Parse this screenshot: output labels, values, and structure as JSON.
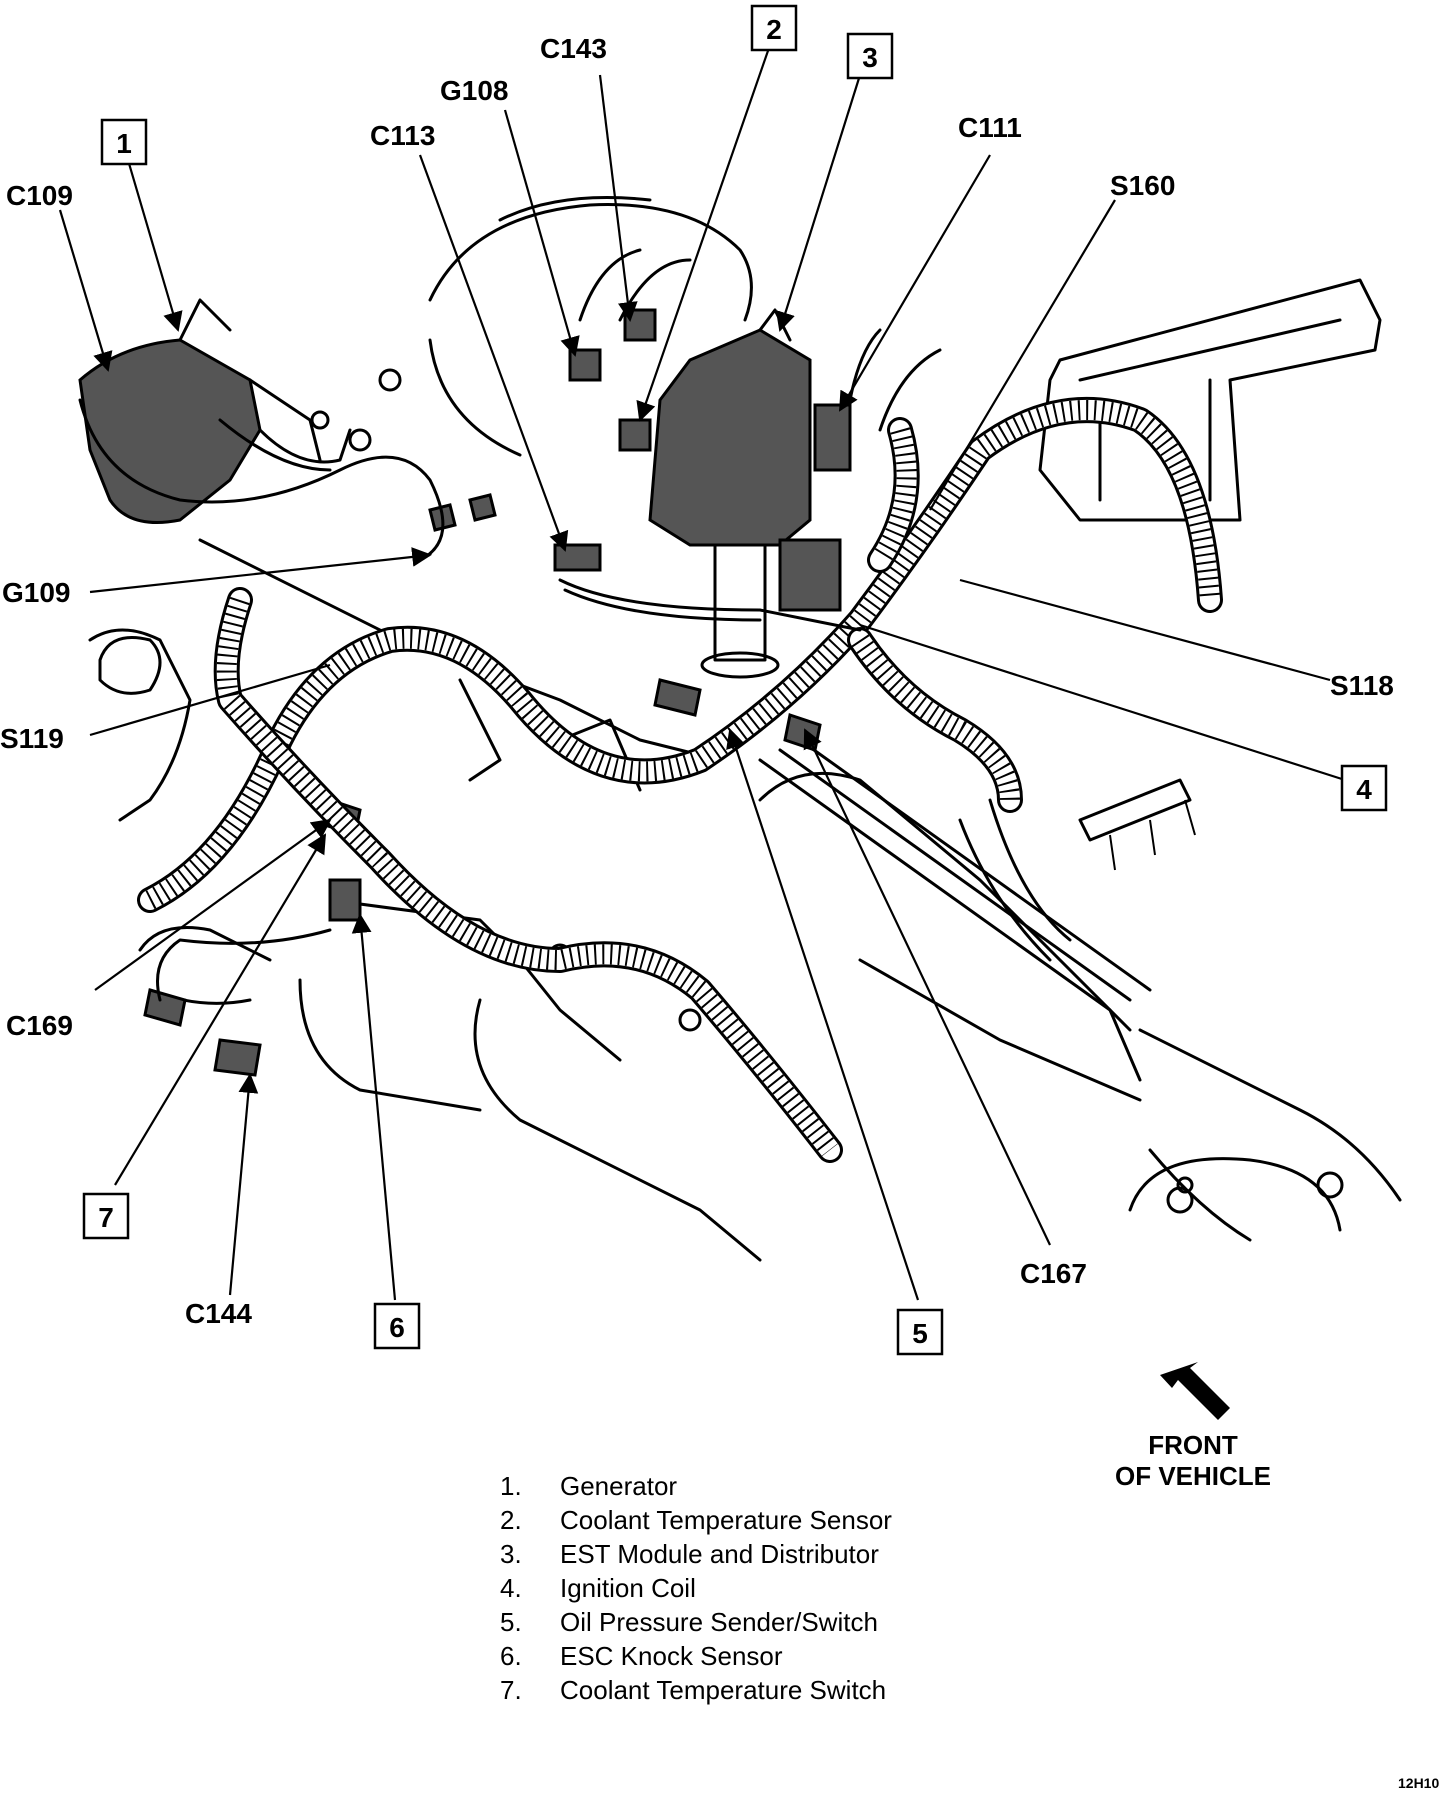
{
  "callouts": {
    "c109": "C109",
    "c143": "C143",
    "g108": "G108",
    "c113": "C113",
    "c111": "C111",
    "s160": "S160",
    "g109": "G109",
    "s119": "S119",
    "s118": "S118",
    "c169": "C169",
    "c144": "C144",
    "c167": "C167"
  },
  "boxes": {
    "b1": "1",
    "b2": "2",
    "b3": "3",
    "b4": "4",
    "b5": "5",
    "b6": "6",
    "b7": "7"
  },
  "legend": [
    {
      "num": "1.",
      "text": "Generator"
    },
    {
      "num": "2.",
      "text": "Coolant Temperature Sensor"
    },
    {
      "num": "3.",
      "text": "EST Module and Distributor"
    },
    {
      "num": "4.",
      "text": "Ignition Coil"
    },
    {
      "num": "5.",
      "text": "Oil Pressure Sender/Switch"
    },
    {
      "num": "6.",
      "text": "ESC Knock Sensor"
    },
    {
      "num": "7.",
      "text": "Coolant Temperature Switch"
    }
  ],
  "front": {
    "line1": "FRONT",
    "line2": "OF VEHICLE"
  },
  "figure_code": "12H10",
  "icons": {
    "front_arrow": "arrow-up-left-icon"
  }
}
